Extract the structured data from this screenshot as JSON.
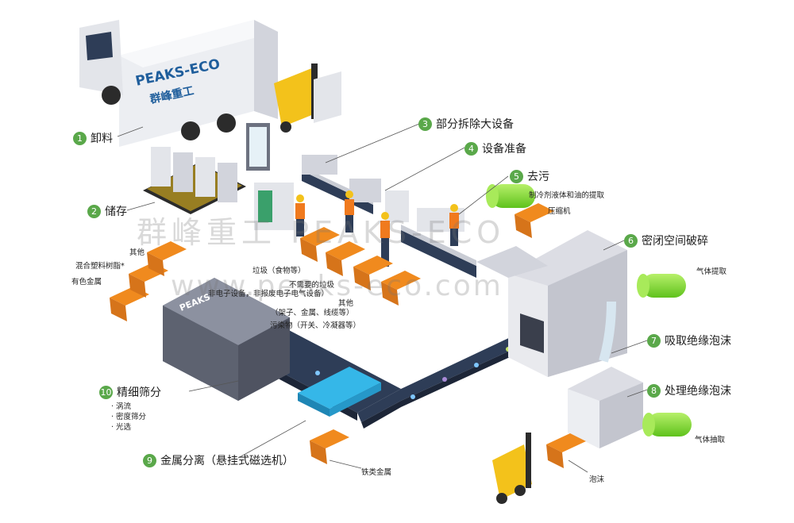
{
  "truck": {
    "brand": "PEAKS-ECO",
    "brand_cn": "群峰重工"
  },
  "separator_brand": "PEAKS",
  "steps": [
    {
      "num": "1",
      "label": "卸料"
    },
    {
      "num": "2",
      "label": "储存"
    },
    {
      "num": "3",
      "label": "部分拆除大设备"
    },
    {
      "num": "4",
      "label": "设备准备"
    },
    {
      "num": "5",
      "label": "去污"
    },
    {
      "num": "6",
      "label": "密闭空间破碎"
    },
    {
      "num": "7",
      "label": "吸取绝缘泡沫"
    },
    {
      "num": "8",
      "label": "处理绝缘泡沫"
    },
    {
      "num": "9",
      "label": "金属分离（悬挂式磁选机）"
    },
    {
      "num": "10",
      "label": "精细筛分"
    }
  ],
  "labels": {
    "refrigerant": "制冷剂液体和油的提取",
    "compressor": "压缩机",
    "gas_extraction_1": "气体提取",
    "gas_extraction_2": "气体抽取",
    "foam": "泡沫",
    "ferrous": "铁类金属",
    "other_top": "其他",
    "mixed_plastic": "混合塑料树脂*",
    "nonferrous": "有色金属",
    "garbage": "垃圾（食物等）",
    "unneeded_garbage": "不需要的垃圾",
    "non_electronic": "非电子设备，非报废电子电气设备）",
    "other_mid": "其他",
    "other_mid_detail": "（架子、金属、线缆等）",
    "pollutants": "污染物（开关、冷凝器等）"
  },
  "screening_methods": [
    "· 涡流",
    "· 密度筛分",
    "· 光选"
  ],
  "watermark": {
    "line1": "群峰重工 PEAKS-ECO",
    "line2": "www.peaks-eco.com"
  },
  "colors": {
    "badge": "#5aa84a",
    "belt": "#2e3d57",
    "machine": "#dcdde4",
    "crate": "#f08a1e",
    "tank": "#8be03a"
  }
}
